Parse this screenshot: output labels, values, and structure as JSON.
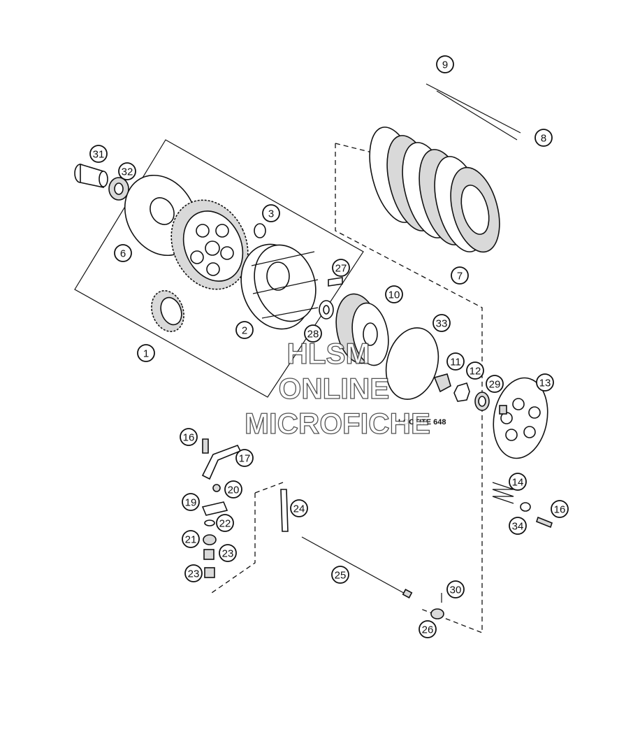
{
  "diagram": {
    "watermark_lines": [
      "HLSM",
      "ONLINE",
      "MICROFICHE"
    ],
    "note": "LOCTITE 648",
    "callouts": [
      {
        "id": "1"
      },
      {
        "id": "2"
      },
      {
        "id": "3"
      },
      {
        "id": "6"
      },
      {
        "id": "7"
      },
      {
        "id": "8"
      },
      {
        "id": "9"
      },
      {
        "id": "10"
      },
      {
        "id": "11"
      },
      {
        "id": "12"
      },
      {
        "id": "13"
      },
      {
        "id": "14"
      },
      {
        "id": "16"
      },
      {
        "id": "16"
      },
      {
        "id": "17"
      },
      {
        "id": "19"
      },
      {
        "id": "20"
      },
      {
        "id": "21"
      },
      {
        "id": "22"
      },
      {
        "id": "23"
      },
      {
        "id": "23"
      },
      {
        "id": "24"
      },
      {
        "id": "25"
      },
      {
        "id": "26"
      },
      {
        "id": "27"
      },
      {
        "id": "28"
      },
      {
        "id": "29"
      },
      {
        "id": "30"
      },
      {
        "id": "31"
      },
      {
        "id": "32"
      },
      {
        "id": "33"
      },
      {
        "id": "34"
      }
    ]
  }
}
